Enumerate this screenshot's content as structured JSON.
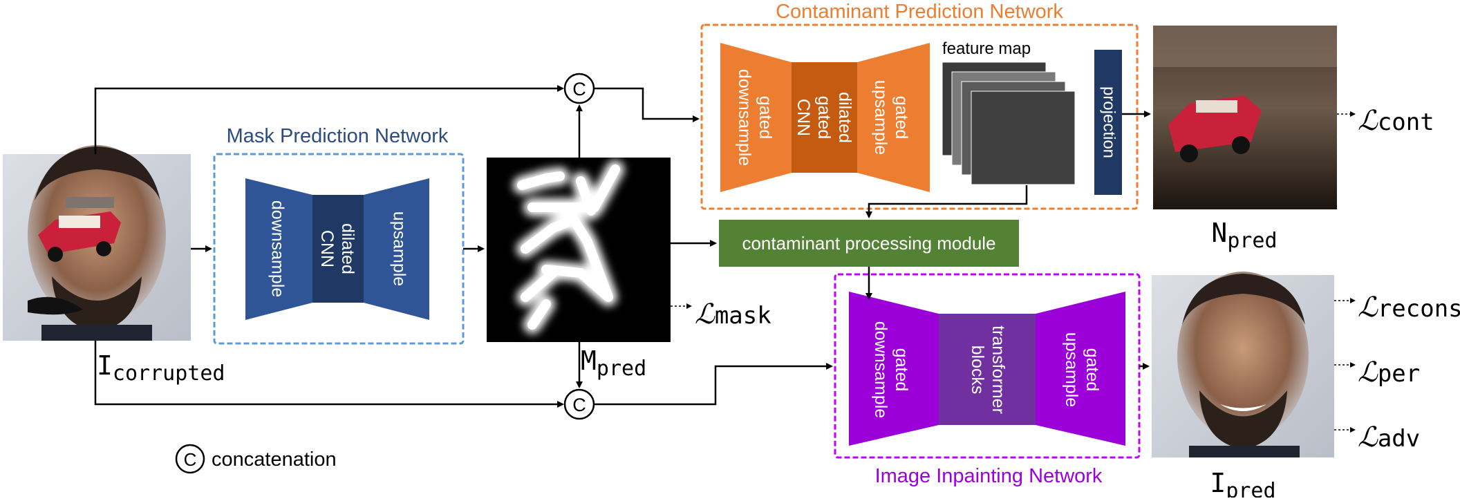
{
  "mask_network": {
    "title": "Mask Prediction Network",
    "downsample": "downsample",
    "middle": [
      "dilated",
      "CNN"
    ],
    "upsample": "upsample"
  },
  "contaminant_network": {
    "title": "Contaminant Prediction Network",
    "downsample": [
      "gated",
      "downsample"
    ],
    "middle": [
      "dilated",
      "gated",
      "CNN"
    ],
    "upsample": [
      "gated",
      "upsample"
    ],
    "feature_map_label": "feature map",
    "projection": "projection"
  },
  "processing_module": {
    "label": "contaminant processing module"
  },
  "inpainting_network": {
    "title": "Image Inpainting Network",
    "downsample": [
      "gated",
      "downsample"
    ],
    "middle": [
      "transformer",
      "blocks"
    ],
    "upsample": [
      "gated",
      "upsample"
    ]
  },
  "images": {
    "corrupted": {
      "symbol": "I",
      "sub": "corrupted"
    },
    "mask_pred": {
      "symbol": "M",
      "sub": "pred"
    },
    "n_pred": {
      "symbol": "N",
      "sub": "pred"
    },
    "i_pred": {
      "symbol": "I",
      "sub": "pred"
    }
  },
  "concat_symbol": "C",
  "legend": {
    "symbol": "C",
    "label": "concatenation"
  },
  "losses": {
    "cont": "cont",
    "mask": "mask",
    "recons": "recons",
    "per": "per",
    "adv": "adv"
  },
  "colors": {
    "mask_blue": "#2f5597",
    "mask_blue_dark": "#1f3864",
    "orange": "#ed7d31",
    "orange_dark": "#c55a11",
    "green": "#548235",
    "purple": "#9b00d9",
    "purple_dark": "#7030a0",
    "title_blue": "#2e4b80",
    "title_orange": "#ed7d31",
    "title_purple": "#9b00d9",
    "projection_navy": "#1f3864"
  }
}
